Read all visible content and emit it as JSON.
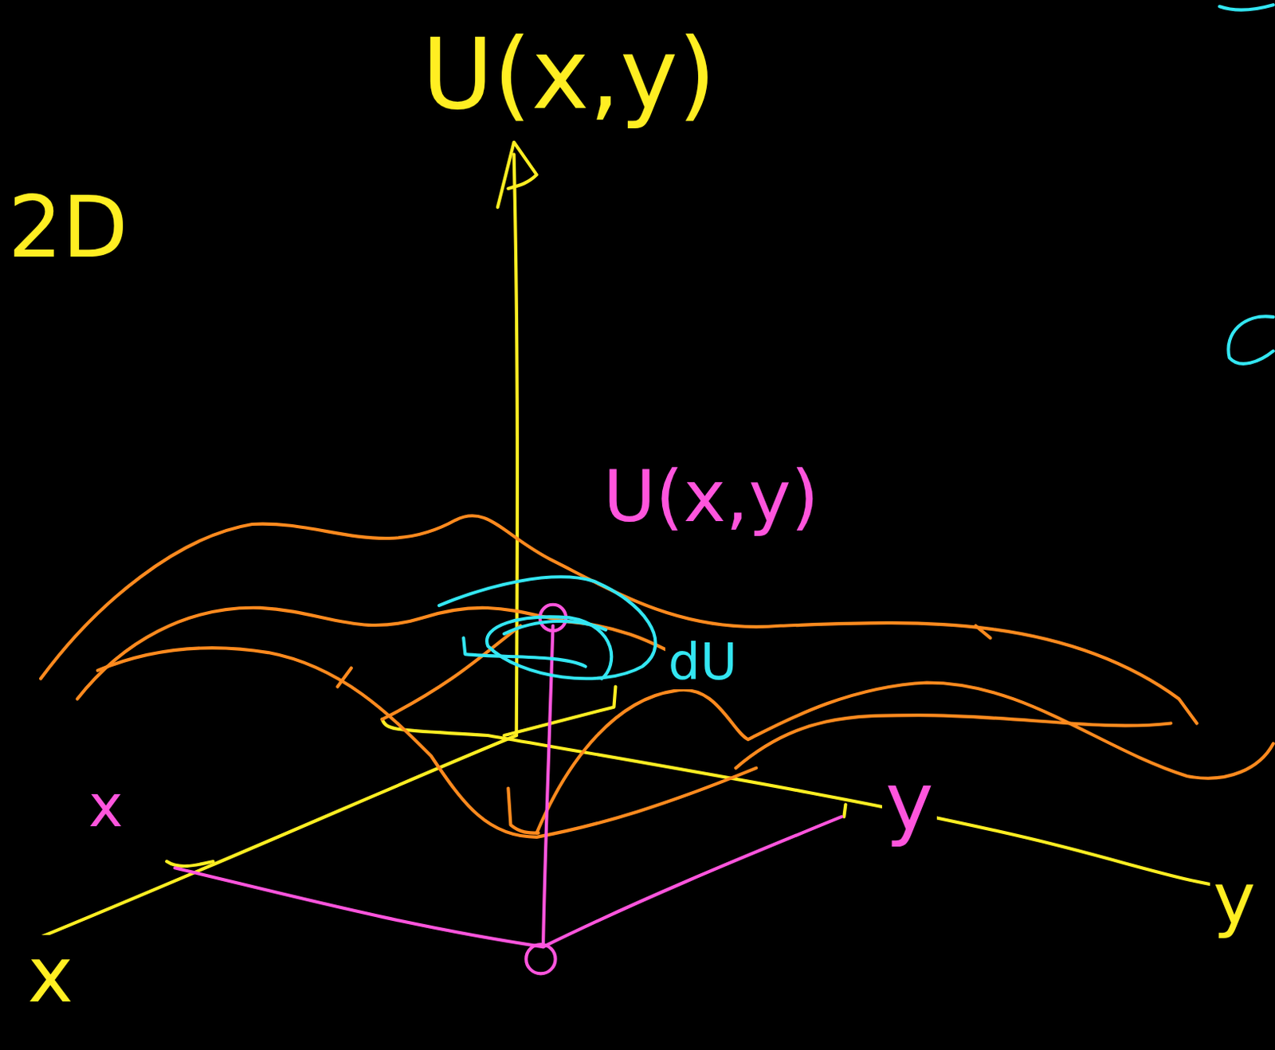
{
  "diagram": {
    "labels": [
      "2D",
      "U(x,y)",
      "U(x,y)",
      "dU",
      "x",
      "y",
      "x",
      "y"
    ]
  }
}
